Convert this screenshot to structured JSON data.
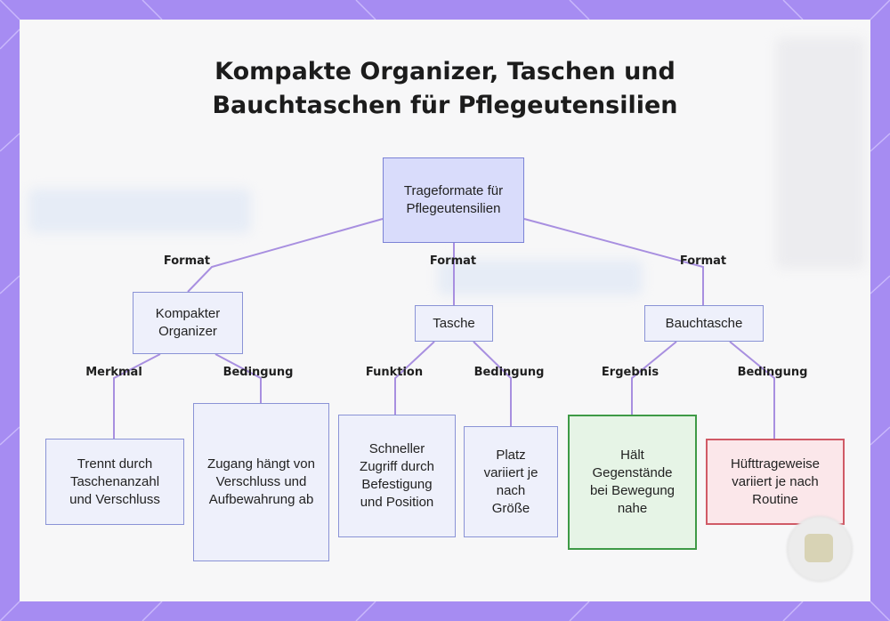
{
  "title": {
    "line1": "Kompakte Organizer, Taschen und",
    "line2": "Bauchtaschen für Pflegeutensilien"
  },
  "root": {
    "label": "Trageformate für Pflegeutensilien"
  },
  "branches": [
    {
      "edge_label": "Format",
      "node": "Kompakter Organizer",
      "children": [
        {
          "edge_label": "Merkmal",
          "node": "Trennt durch Taschenanzahl und Verschluss"
        },
        {
          "edge_label": "Bedingung",
          "node": "Zugang hängt von Verschluss und Aufbewahrung ab"
        }
      ]
    },
    {
      "edge_label": "Format",
      "node": "Tasche",
      "children": [
        {
          "edge_label": "Funktion",
          "node": "Schneller Zugriff durch Befestigung und Position"
        },
        {
          "edge_label": "Bedingung",
          "node": "Platz variiert je nach Größe"
        }
      ]
    },
    {
      "edge_label": "Format",
      "node": "Bauchtasche",
      "children": [
        {
          "edge_label": "Ergebnis",
          "node": "Hält Gegenstände bei Bewegung nahe"
        },
        {
          "edge_label": "Bedingung",
          "node": "Hüfttrageweise variiert je nach Routine"
        }
      ]
    }
  ],
  "colors": {
    "frame": "#a68cf2",
    "edge": "#a88fe0",
    "node_fill": "#eef0fb",
    "root_fill": "#d9dcfb",
    "result_border": "#3e9a46",
    "condition_border": "#d05a66"
  }
}
